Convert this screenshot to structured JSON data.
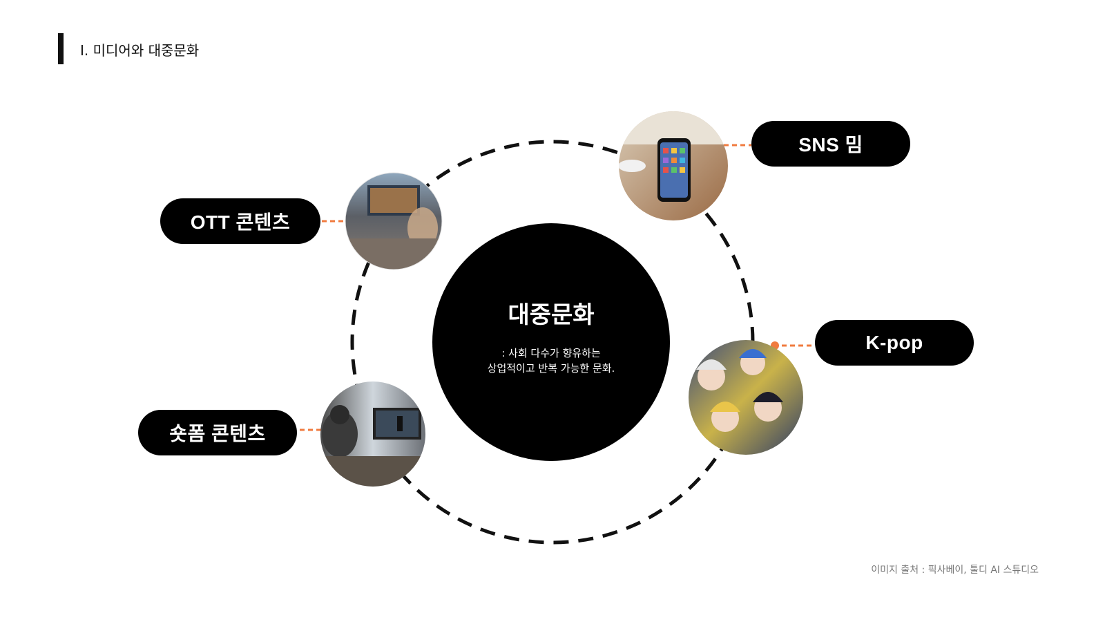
{
  "header": {
    "section_title": "I. 미디어와 대중문화"
  },
  "center": {
    "title": "대중문화",
    "desc_line1": ": 사회 다수가 향유하는",
    "desc_line2": "상업적이고 반복 가능한 문화."
  },
  "nodes": {
    "ott": {
      "label": "OTT 콘텐츠",
      "image": "living-room-tv-photo"
    },
    "sns": {
      "label": "SNS 밈",
      "image": "smartphone-on-table-photo"
    },
    "kpop": {
      "label": "K-pop",
      "image": "kpop-idol-illustration"
    },
    "shortform": {
      "label": "숏폼 콘텐츠",
      "image": "creator-desk-setup-photo"
    }
  },
  "footer": {
    "credit": "이미지 출처 : 픽사베이, 툴디 AI 스튜디오"
  },
  "colors": {
    "accent": "#F07B3F",
    "dark": "#000000",
    "background": "#FFFFFF"
  }
}
